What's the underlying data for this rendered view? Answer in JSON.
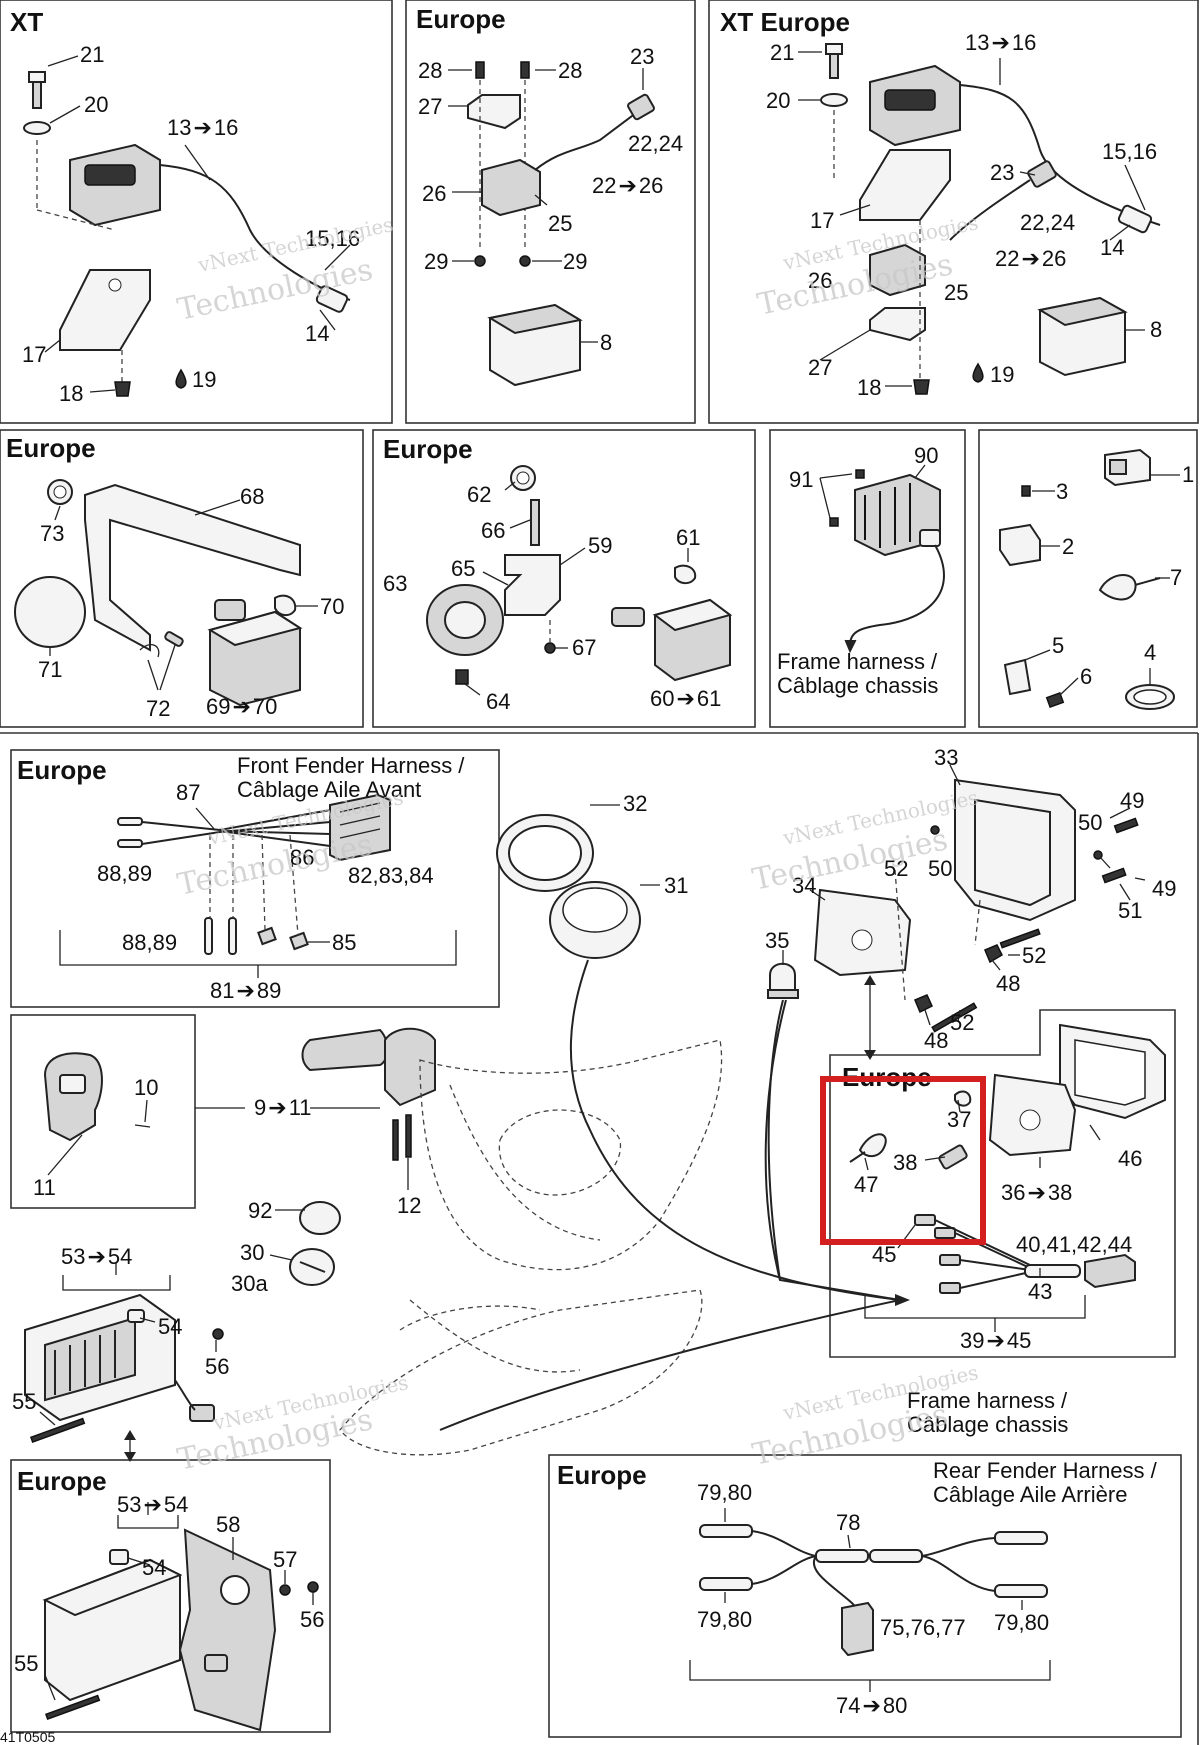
{
  "panels": {
    "xt": {
      "title": "XT",
      "labels": [
        "21",
        "20",
        "13",
        "16",
        "15,16",
        "14",
        "17",
        "18",
        "19"
      ]
    },
    "europe_top": {
      "title": "Europe",
      "labels": [
        "28",
        "28",
        "27",
        "23",
        "22,24",
        "22",
        "26",
        "26",
        "25",
        "29",
        "29",
        "8"
      ]
    },
    "xt_europe": {
      "title": "XT Europe",
      "labels": [
        "21",
        "20",
        "13",
        "16",
        "15,16",
        "23",
        "22,24",
        "17",
        "14",
        "22",
        "26",
        "26",
        "25",
        "27",
        "8",
        "18",
        "19"
      ]
    },
    "europe_lights": {
      "title": "Europe",
      "labels": [
        "73",
        "68",
        "70",
        "71",
        "72",
        "69",
        "70"
      ]
    },
    "europe_horn": {
      "title": "Europe",
      "labels": [
        "62",
        "66",
        "59",
        "61",
        "65",
        "63",
        "67",
        "64",
        "60",
        "61"
      ]
    },
    "regulator": {
      "labels": [
        "90",
        "91"
      ],
      "caption_line1": "Frame harness /",
      "caption_line2": "Câblage chassis"
    },
    "small_parts": {
      "labels": [
        "1",
        "3",
        "2",
        "7",
        "5",
        "6",
        "4"
      ]
    },
    "front_fender": {
      "title": "Europe",
      "caption_line1": "Front Fender Harness /",
      "caption_line2": "Câblage Aile Avant",
      "labels": [
        "87",
        "88,89",
        "86",
        "82,83,84",
        "88,89",
        "85",
        "81",
        "89"
      ]
    },
    "switch": {
      "labels": [
        "10",
        "11",
        "9",
        "11"
      ]
    },
    "main": {
      "labels": [
        "32",
        "31",
        "33",
        "49",
        "50",
        "52",
        "50",
        "49",
        "34",
        "51",
        "35",
        "52",
        "48",
        "52",
        "48",
        "12",
        "92",
        "30",
        "30a",
        "53",
        "54",
        "54",
        "56",
        "55"
      ]
    },
    "europe_mid": {
      "title": "Europe",
      "labels": [
        "37",
        "46",
        "38",
        "47",
        "36",
        "38",
        "40,41,42,44",
        "45",
        "43",
        "39",
        "45"
      ]
    },
    "frame_harness": {
      "caption_line1": "Frame harness /",
      "caption_line2": "Câblage chassis"
    },
    "europe_bottom_left": {
      "title": "Europe",
      "labels": [
        "53",
        "54",
        "58",
        "57",
        "54",
        "56",
        "55"
      ]
    },
    "rear_fender": {
      "title": "Europe",
      "caption_line1": "Rear Fender Harness /",
      "caption_line2": "Câblage Aile Arrière",
      "labels": [
        "79,80",
        "78",
        "79,80",
        "79,80",
        "75,76,77",
        "74",
        "80"
      ]
    },
    "watermark": {
      "line1": "vNext Technologies",
      "line2": "Technologies"
    },
    "reference_code": "41T0505",
    "highlight_color": "#d31f1f"
  }
}
